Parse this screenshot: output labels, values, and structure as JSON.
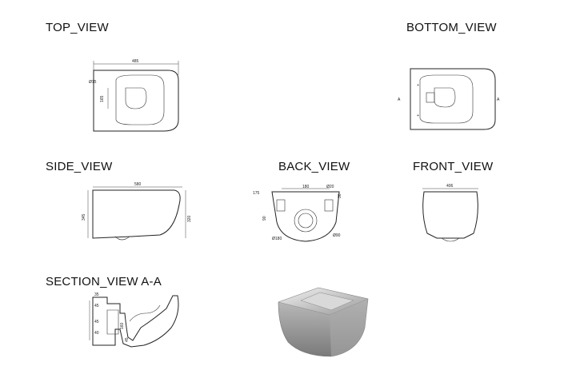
{
  "views": {
    "top": {
      "title": "TOP_VIEW",
      "dims": {
        "width": "485",
        "diameter": "Ø15",
        "depth": "165"
      }
    },
    "bottom": {
      "title": "BOTTOM_VIEW",
      "dims": {
        "left": "A",
        "right": "A"
      }
    },
    "side": {
      "title": "SIDE_VIEW",
      "dims": {
        "length": "580",
        "height_left": "345",
        "height_right": "320"
      }
    },
    "back": {
      "title": "BACK_VIEW",
      "dims": {
        "spacing": "180",
        "top_hole": "Ø20",
        "left_span": "175",
        "right_h": "30",
        "left_h": "90",
        "outlet": "Ø90",
        "inlet": "Ø180"
      }
    },
    "front": {
      "title": "FRONT_VIEW",
      "dims": {
        "width": "406"
      }
    },
    "section": {
      "title": "SECTION_VIEW  A-A",
      "dims": {
        "a": "35",
        "b": "45",
        "c": "160",
        "d": "45",
        "e": "40",
        "f": "45"
      }
    },
    "render": {
      "alt": ""
    }
  },
  "colors": {
    "line": "#222222",
    "ceramic_light": "#e6e6e6",
    "ceramic_dark": "#8f8f8f"
  }
}
